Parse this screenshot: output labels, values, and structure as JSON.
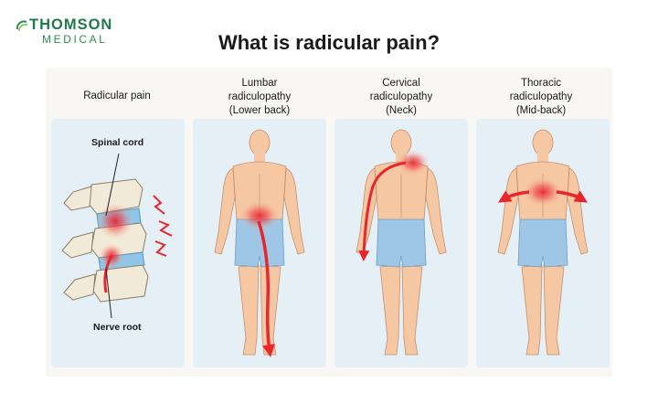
{
  "brand": {
    "name_top": "THOMSON",
    "name_bottom": "MEDICAL"
  },
  "title": "What is radicular pain?",
  "columns": [
    {
      "label_lines": [
        "Radicular pain"
      ]
    },
    {
      "label_lines": [
        "Lumbar",
        "radiculopathy",
        "(Lower back)"
      ]
    },
    {
      "label_lines": [
        "Cervical",
        "radiculopathy",
        "(Neck)"
      ]
    },
    {
      "label_lines": [
        "Thoracic",
        "radiculopathy",
        "(Mid-back)"
      ]
    }
  ],
  "spine_callouts": {
    "top": "Spinal cord",
    "bottom": "Nerve root"
  },
  "colors": {
    "brand_green": "#1f7a4a",
    "skin": "#f5c7a3",
    "shorts": "#9fc6e4",
    "pain_red": "#e8262b",
    "panel_bg": "#e4f0f6"
  }
}
